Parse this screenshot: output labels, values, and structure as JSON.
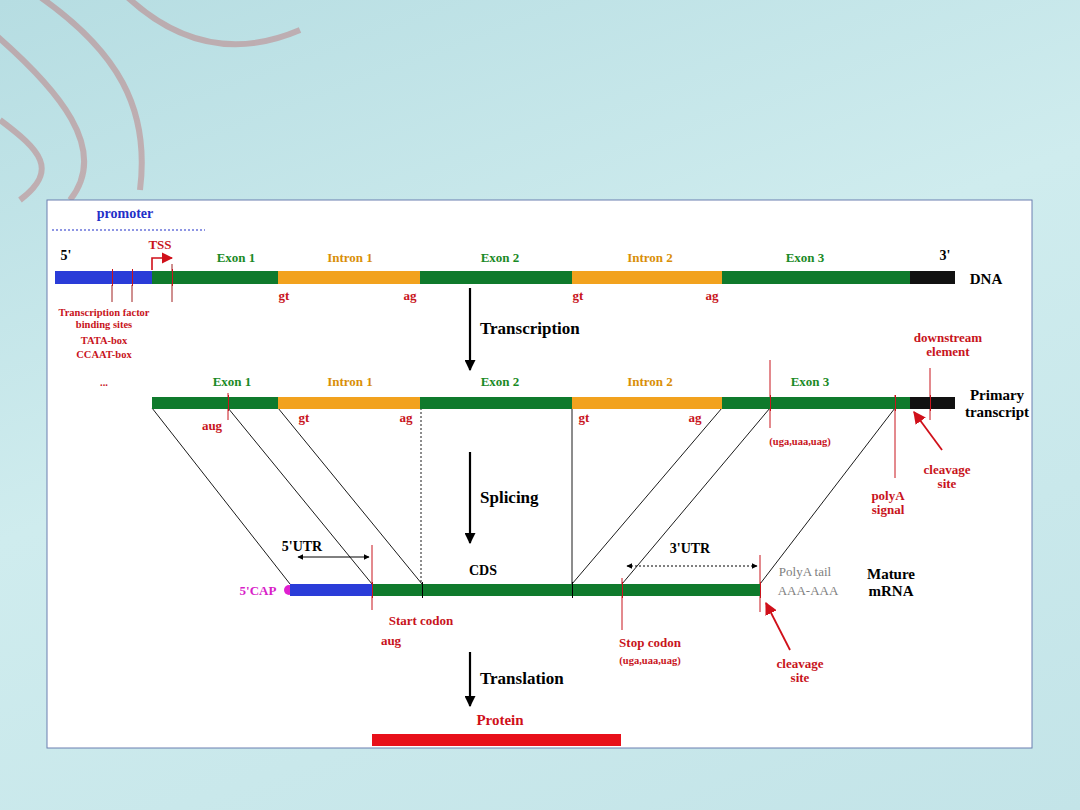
{
  "diagram": {
    "nodes": [
      {
        "text": [
          "DNA"
        ]
      },
      {
        "text": [
          "Primary transcript"
        ]
      },
      {
        "text": [
          "Mature mRNA"
        ]
      },
      {
        "text": [
          "Protein"
        ]
      }
    ],
    "edges": [
      {
        "from": 0,
        "to": 1,
        "arrow": "to",
        "label": "Transcription"
      },
      {
        "from": 1,
        "to": 2,
        "arrow": "to",
        "label": "Splicing"
      },
      {
        "from": 2,
        "to": 3,
        "arrow": "to",
        "label": "Translation"
      }
    ],
    "labels": [
      "promoter",
      "5'",
      "TSS",
      "Exon 1",
      "Intron 1",
      "Exon 2",
      "Intron 2",
      "Exon 3",
      "3'",
      "gt",
      "ag",
      "gt",
      "ag",
      "Transcription factor binding sites",
      "TATA-box",
      "CCAAT-box",
      "...",
      "Exon 1",
      "Intron 1",
      "Exon 2",
      "Intron 2",
      "Exon 3",
      "downstream element",
      "aug",
      "gt",
      "ag",
      "gt",
      "ag",
      "(uga,uaa,uag)",
      "polyA signal",
      "cleavage site",
      "5'CAP",
      "5'UTR",
      "CDS",
      "3'UTR",
      "PolyA tail",
      "AAA-AAA",
      "Start codon",
      "aug",
      "Stop codon",
      "(uga,uaa,uag)",
      "cleavage site"
    ]
  }
}
